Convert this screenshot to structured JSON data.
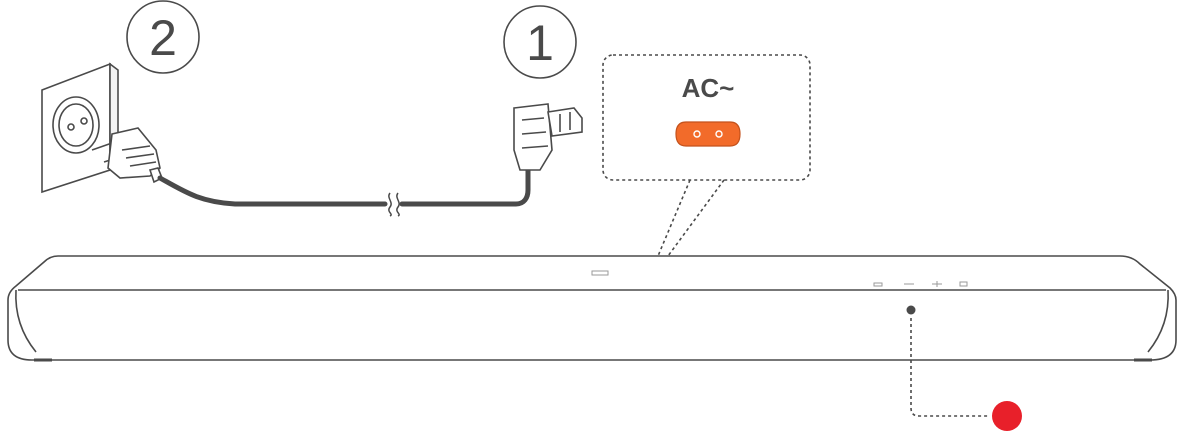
{
  "steps": [
    {
      "number": "1"
    },
    {
      "number": "2"
    }
  ],
  "callout": {
    "label": "AC~",
    "socket_color": "#f26b2a"
  },
  "indicator": {
    "color": "#e8202a"
  },
  "colors": {
    "stroke": "#4a4a4a",
    "wall_fill": "#ffffff",
    "soundbar_fill": "#ffffff"
  }
}
